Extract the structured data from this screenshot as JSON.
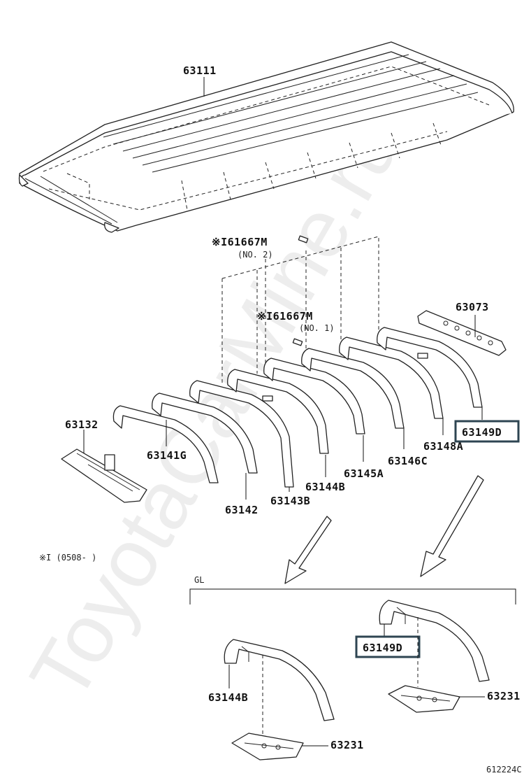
{
  "watermark": "ToyotaCarMine.ru",
  "note": "※I (0508-    )",
  "group_label": "GL",
  "diagram_code": "612224C",
  "highlight_color": "#2e4552",
  "parts": {
    "roof_panel": "63111",
    "clip_no2": "※I61667M",
    "clip_no2_sub": "(NO. 2)",
    "clip_no1": "※I61667M",
    "clip_no1_sub": "(NO. 1)",
    "rear_header": "63073",
    "front_header": "63132",
    "bow_g": "63141G",
    "bow_142": "63142",
    "bow_143b": "63143B",
    "bow_144b": "63144B",
    "bow_145a": "63145A",
    "bow_146c": "63146C",
    "bow_148a": "63148A",
    "bow_149d": "63149D",
    "gl_bow_144b": "63144B",
    "gl_bow_149d": "63149D",
    "gl_brace_a": "63231",
    "gl_brace_b": "63231"
  }
}
